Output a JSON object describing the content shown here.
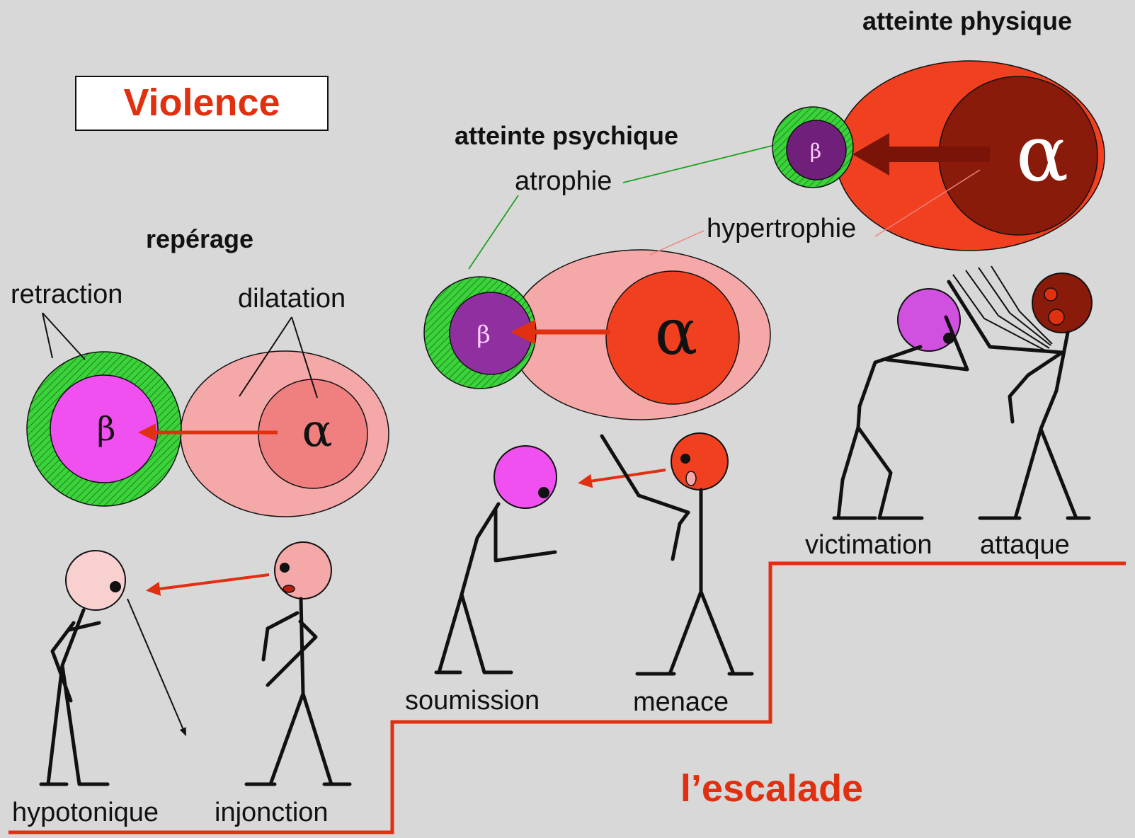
{
  "title": "Violence",
  "stages": {
    "reperage": "repérage",
    "psychique": "atteinte psychique",
    "physique": "atteinte physique"
  },
  "labels": {
    "retraction": "retraction",
    "dilatation": "dilatation",
    "atrophie": "atrophie",
    "hypertrophie": "hypertrophie"
  },
  "symbols": {
    "alpha": "α",
    "beta": "β"
  },
  "figures": {
    "hypotonique": "hypotonique",
    "injonction": "injonction",
    "soumission": "soumission",
    "menace": "menace",
    "victimation": "victimation",
    "attaque": "attaque"
  },
  "escalade": "l’escalade",
  "colors": {
    "background": "#d8d8d8",
    "accent_red": "#e03010",
    "green": "#3ad43a",
    "beta_pink": "#f050f0",
    "beta_purple": "#9030a0",
    "beta_dark": "#70207a",
    "pink_outer": "#f5a8a8",
    "pink_inner": "#f08080",
    "red_outer": "#f04020",
    "dark_red": "#8a1a0a"
  }
}
